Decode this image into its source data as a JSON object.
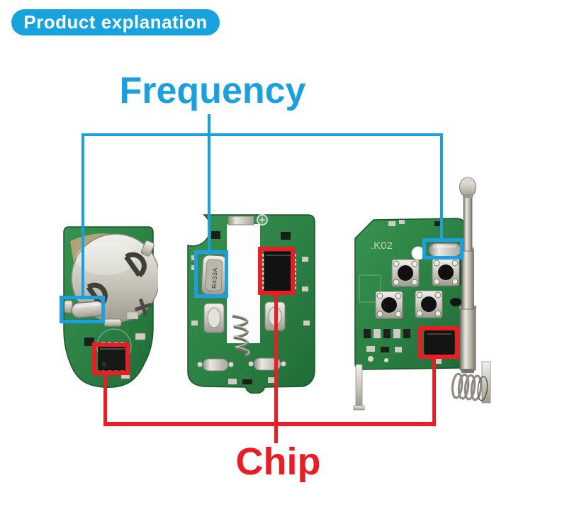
{
  "banner": {
    "label": "Product explanation"
  },
  "callouts": {
    "frequency_label": "Frequency",
    "chip_label": "Chip"
  },
  "pcb_markings": {
    "middle_crystal": "R433A",
    "right_silkscreen": ".K02"
  },
  "colors": {
    "accent_blue": "#1b9fde",
    "accent_red": "#ec1c24",
    "banner_bg": "#18a3df",
    "pcb_green": "#2e7d44"
  }
}
